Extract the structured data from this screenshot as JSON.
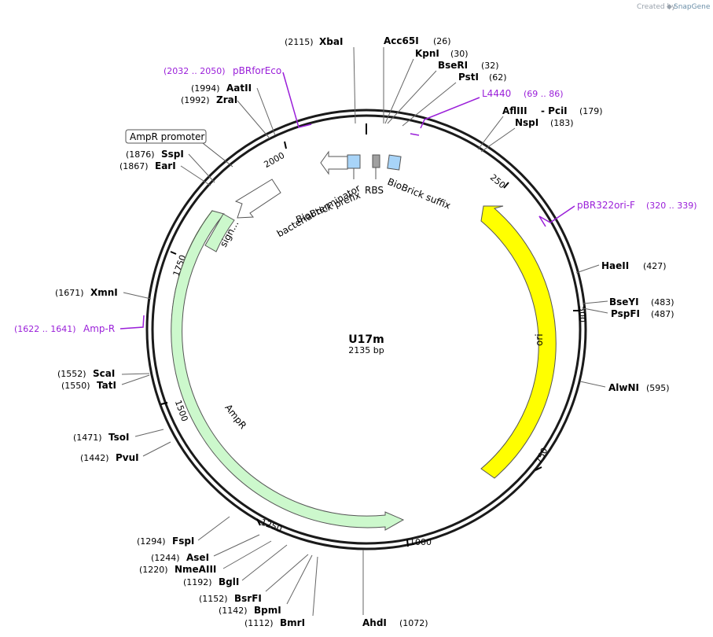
{
  "header": {
    "credit_prefix": "Created by",
    "credit_brand": "SnapGene"
  },
  "plasmid": {
    "name": "U17m",
    "length_label": "2135 bp",
    "length": 2135
  },
  "ticks": [
    "250",
    "500",
    "750",
    "1000",
    "1250",
    "1500",
    "1750",
    "2000"
  ],
  "sites": [
    {
      "name": "XbaI",
      "pos": "(2115)"
    },
    {
      "name": "Acc65I",
      "pos": "(26)"
    },
    {
      "name": "KpnI",
      "pos": "(30)"
    },
    {
      "name": "BseRI",
      "pos": "(32)"
    },
    {
      "name": "PstI",
      "pos": "(62)"
    },
    {
      "name": "AflIII",
      "pos": ""
    },
    {
      "name": "- PciI",
      "pos": "(179)"
    },
    {
      "name": "NspI",
      "pos": "(183)"
    },
    {
      "name": "HaeII",
      "pos": "(427)"
    },
    {
      "name": "BseYI",
      "pos": "(483)"
    },
    {
      "name": "PspFI",
      "pos": "(487)"
    },
    {
      "name": "AlwNI",
      "pos": "(595)"
    },
    {
      "name": "AhdI",
      "pos": "(1072)"
    },
    {
      "name": "BmrI",
      "pos": "(1112)"
    },
    {
      "name": "BpmI",
      "pos": "(1142)"
    },
    {
      "name": "BsrFI",
      "pos": "(1152)"
    },
    {
      "name": "BglI",
      "pos": "(1192)"
    },
    {
      "name": "NmeAIII",
      "pos": "(1220)"
    },
    {
      "name": "AseI",
      "pos": "(1244)"
    },
    {
      "name": "FspI",
      "pos": "(1294)"
    },
    {
      "name": "PvuI",
      "pos": "(1442)"
    },
    {
      "name": "TsoI",
      "pos": "(1471)"
    },
    {
      "name": "TatI",
      "pos": "(1550)"
    },
    {
      "name": "ScaI",
      "pos": "(1552)"
    },
    {
      "name": "XmnI",
      "pos": "(1671)"
    },
    {
      "name": "EarI",
      "pos": "(1867)"
    },
    {
      "name": "SspI",
      "pos": "(1876)"
    },
    {
      "name": "ZraI",
      "pos": "(1992)"
    },
    {
      "name": "AatII",
      "pos": "(1994)"
    }
  ],
  "primers": [
    {
      "name": "pBRforEco",
      "range": "(2032 .. 2050)"
    },
    {
      "name": "L4440",
      "range": "(69 .. 86)"
    },
    {
      "name": "pBR322ori-F",
      "range": "(320 .. 339)"
    },
    {
      "name": "Amp-R",
      "range": "(1622 .. 1641)"
    }
  ],
  "features": {
    "ori": "ori",
    "ampr": "AmpR",
    "sig": "sign...",
    "ampr_promoter": "AmpR promoter",
    "terminator": "bacterial terminator",
    "prefix": "BioBrick prefix",
    "rbs": "RBS",
    "suffix": "BioBrick suffix"
  },
  "colors": {
    "backbone": "#1a1a1a",
    "ori": "#ffff00",
    "ampr": "#ccf8cc",
    "ampr_outline": "#2e6b10",
    "primer": "#9a1fd9",
    "biobrick": "#a8d4f8",
    "rbs": "#a0a0a0"
  }
}
